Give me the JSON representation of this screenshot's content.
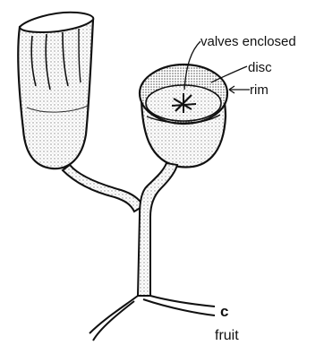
{
  "labels": {
    "valves": "valves enclosed",
    "disc": "disc",
    "rim": "rim",
    "letter": "c",
    "caption": "fruit"
  },
  "colors": {
    "ink": "#111111",
    "paper": "#ffffff",
    "stipple": "#cfcfcf"
  }
}
